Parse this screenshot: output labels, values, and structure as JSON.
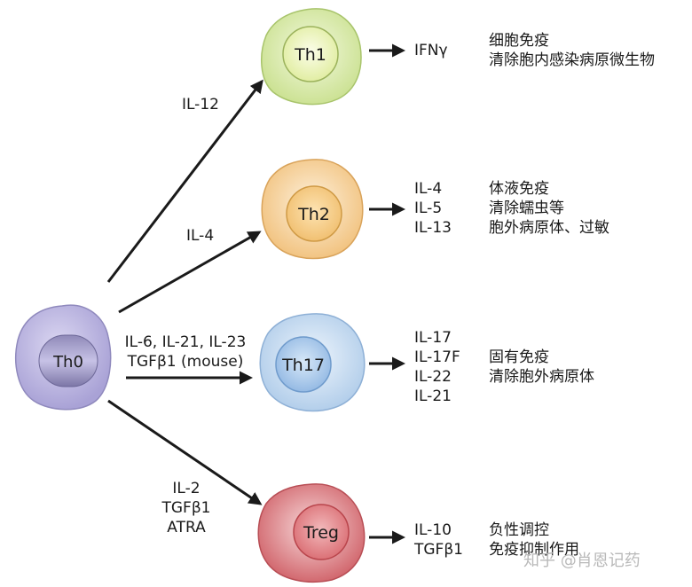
{
  "cells": {
    "th0": "Th0",
    "th1": "Th1",
    "th2": "Th2",
    "th17": "Th17",
    "treg": "Treg"
  },
  "inducers": {
    "th1": [
      "IL-12"
    ],
    "th2": [
      "IL-4"
    ],
    "th17": [
      "IL-6, IL-21, IL-23",
      "TGFβ1 (mouse)"
    ],
    "treg": [
      "IL-2",
      "TGFβ1",
      "ATRA"
    ]
  },
  "cytokines": {
    "th1": [
      "IFNγ"
    ],
    "th2": [
      "IL-4",
      "IL-5",
      "IL-13"
    ],
    "th17": [
      "IL-17",
      "IL-17F",
      "IL-22",
      "IL-21"
    ],
    "treg": [
      "IL-10",
      "TGFβ1"
    ]
  },
  "functions": {
    "th1": [
      "细胞免疫",
      "清除胞内感染病原微生物"
    ],
    "th2": [
      "体液免疫",
      "清除蠕虫等",
      "胞外病原体、过敏"
    ],
    "th17": [
      "固有免疫",
      "清除胞外病原体"
    ],
    "treg": [
      "负性调控",
      "免疫抑制作用"
    ]
  },
  "watermark": "知乎 @肖恩记药",
  "colors": {
    "th0": "#b9b3de",
    "th1": "#d6e9a9",
    "th2": "#f6cf98",
    "th17": "#bcd6ee",
    "treg": "#d9757a",
    "arrow": "#1a1a1a"
  }
}
